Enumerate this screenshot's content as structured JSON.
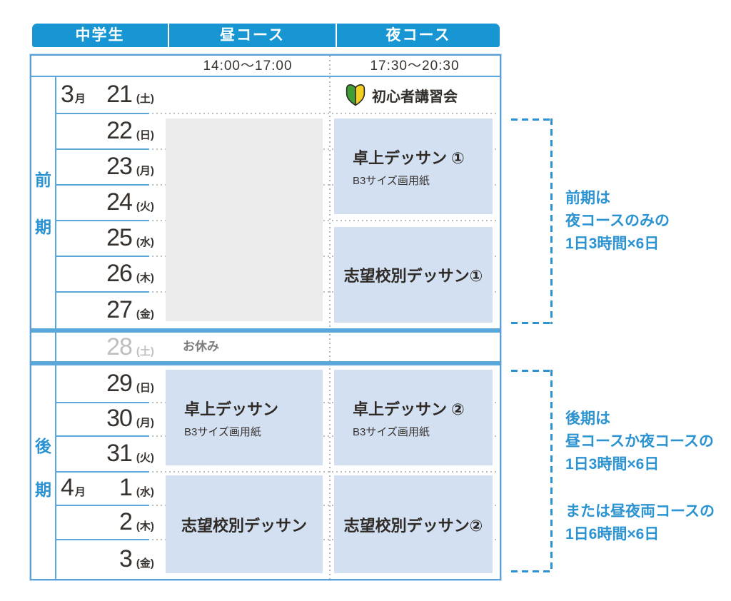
{
  "header": {
    "student": "中学生",
    "day_course": "昼コース",
    "night_course": "夜コース"
  },
  "time_header": {
    "day": "14:00〜17:00",
    "night": "17:30〜20:30"
  },
  "period_labels": {
    "zenki_1": "前",
    "zenki_2": "期",
    "kouki_1": "後",
    "kouki_2": "期"
  },
  "rows": [
    {
      "month": "3",
      "month_unit": "月",
      "day": "21",
      "weekday": "(土)"
    },
    {
      "day": "22",
      "weekday": "(日)"
    },
    {
      "day": "23",
      "weekday": "(月)"
    },
    {
      "day": "24",
      "weekday": "(火)"
    },
    {
      "day": "25",
      "weekday": "(水)"
    },
    {
      "day": "26",
      "weekday": "(木)"
    },
    {
      "day": "27",
      "weekday": "(金)"
    },
    {
      "day": "28",
      "weekday": "(土)",
      "note": "お休み"
    },
    {
      "day": "29",
      "weekday": "(日)"
    },
    {
      "day": "30",
      "weekday": "(月)"
    },
    {
      "day": "31",
      "weekday": "(火)"
    },
    {
      "month": "4",
      "month_unit": "月",
      "day": "1",
      "weekday": "(水)"
    },
    {
      "day": "2",
      "weekday": "(木)"
    },
    {
      "day": "3",
      "weekday": "(金)"
    }
  ],
  "events": {
    "beginner_session": {
      "label": "初心者講習会"
    },
    "zenki_night_1": {
      "title": "卓上デッサン ①",
      "subtitle": "B3サイズ画用紙"
    },
    "zenki_night_2": {
      "title": "志望校別デッサン①"
    },
    "kouki_day_1": {
      "title": "卓上デッサン",
      "subtitle": "B3サイズ画用紙"
    },
    "kouki_night_1": {
      "title": "卓上デッサン ②",
      "subtitle": "B3サイズ画用紙"
    },
    "kouki_day_2": {
      "title": "志望校別デッサン"
    },
    "kouki_night_2": {
      "title": "志望校別デッサン②"
    }
  },
  "annotations": {
    "zenki": {
      "line1": "前期は",
      "line2": "夜コースのみの",
      "line3": "1日3時間×6日"
    },
    "kouki_a": {
      "line1": "後期は",
      "line2": "昼コースか夜コースの",
      "line3": "1日3時間×6日"
    },
    "kouki_b": {
      "line1": "または昼夜両コースの",
      "line2": "1日6時間×6日"
    }
  },
  "colors": {
    "header_blue": "#1896d3",
    "line_blue": "#5aa7db",
    "box_blue": "#d2e0f2",
    "box_gray": "#ebebeb",
    "annotation_blue": "#2b93d1",
    "text_dark": "#38322e",
    "muted_gray": "#bfbfbf",
    "wakaba_green": "#3f9e35",
    "wakaba_yellow": "#f2d021"
  }
}
